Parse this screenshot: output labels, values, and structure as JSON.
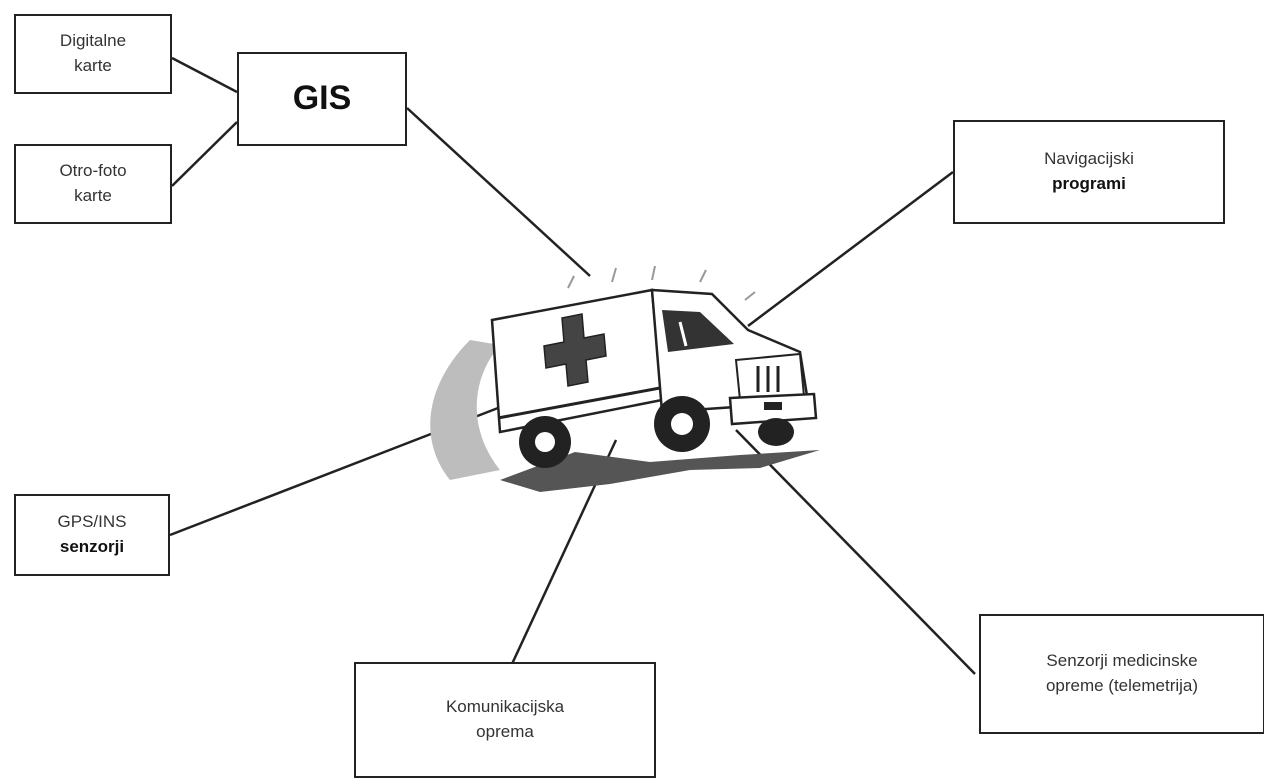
{
  "boxes": {
    "digital": {
      "line1": "Digitalne",
      "line2": "karte"
    },
    "ortho": {
      "line1": "Otro-foto",
      "line2": "karte"
    },
    "gis": {
      "label": "GIS"
    },
    "nav": {
      "line1": "Navigacijski",
      "line2": "programi"
    },
    "gps": {
      "line1": "GPS/INS",
      "line2": "senzorji"
    },
    "kom": {
      "line1": "Komunikacijska",
      "line2": "oprema"
    },
    "sens": {
      "line1": "Senzorji medicinske",
      "line2": "opreme (telemetrija)"
    }
  },
  "center_image": {
    "icon": "ambulance-icon"
  },
  "colors": {
    "line": "#222222",
    "box_border": "#222222",
    "background": "#ffffff"
  }
}
